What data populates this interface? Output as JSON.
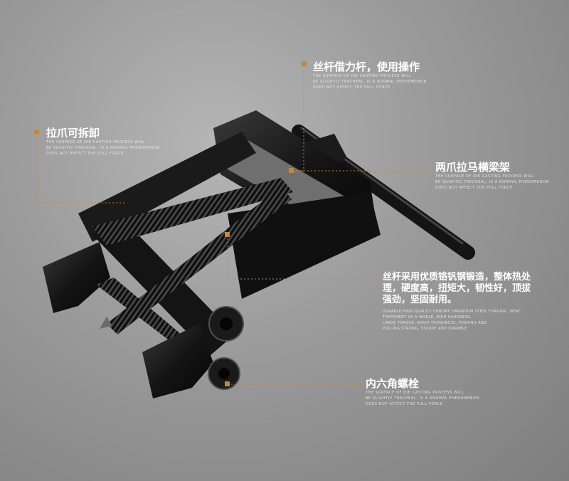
{
  "callouts": {
    "screw_lever": {
      "title": "丝杆借力杆，使用操作",
      "sub": [
        "THE SURFACE OF DIE CASTING PROCESS WILL",
        "BE SLIGHTLY TRACHEAL, IS A NORMAL PHENOMENON",
        "DOES NOT AFFECT THE PULL FORCE"
      ]
    },
    "claw": {
      "title": "拉爪可拆卸",
      "sub": [
        "THE SURFACE OF DIE CASTING PROCESS WILL",
        "BE SLIGHTLY TRACHEAL, IS A NORMAL PHENOMENON",
        "DOES NOT AFFECT THE PULL FORCE"
      ]
    },
    "crossbeam": {
      "title": "两爪拉马横梁架",
      "sub": [
        "THE SURFACE OF DIE CASTING PROCESS WILL",
        "BE SLIGHTLY TRACHEAL, IS A NORMAL PHENOMENON",
        "DOES NOT AFFECT THE PULL FORCE"
      ]
    },
    "screw_material": {
      "desc": "丝杆采用优质铬钒钢锻造，整体热处理，硬度高，扭矩大，韧性好，顶拔强劲，坚固耐用。",
      "sub": [
        "DURABLE HIGH QUALITY CHROME VANADIUM STEEL FORGING, HEAT",
        "TREATMENT AS A WHOLE, HIGH HARDNESS,",
        "LARGE TORQUE, GOOD TOUGHNESS, PUSHING AND",
        "PULLING STRONG, STURDY AND DURABLE"
      ]
    },
    "hex_bolt": {
      "title": "内六角螺栓",
      "sub": [
        "THE SURFACE OF DIE CASTING PROCESS WILL",
        "BE SLIGHTLY TRACHEAL, IS A NORMAL PHENOMENON",
        "DOES NOT AFFECT THE PULL FORCE"
      ]
    }
  },
  "colors": {
    "accent": "#c08a3c",
    "text": "#ffffff",
    "background": "#9a9a9a"
  }
}
